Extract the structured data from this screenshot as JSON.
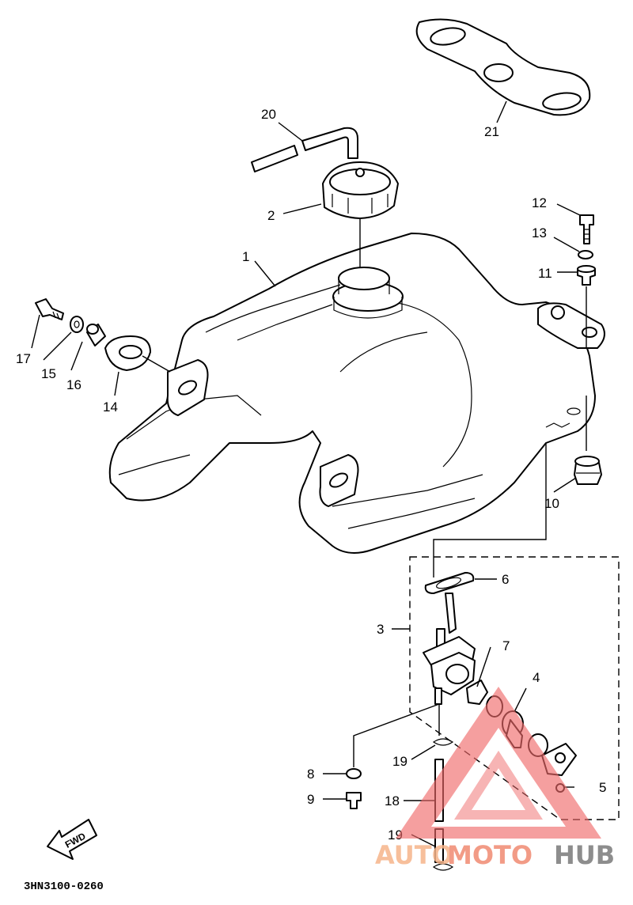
{
  "diagram": {
    "callouts": [
      {
        "id": "c1",
        "text": "1"
      },
      {
        "id": "c2",
        "text": "2"
      },
      {
        "id": "c3",
        "text": "3"
      },
      {
        "id": "c4",
        "text": "4"
      },
      {
        "id": "c5",
        "text": "5"
      },
      {
        "id": "c6",
        "text": "6"
      },
      {
        "id": "c7",
        "text": "7"
      },
      {
        "id": "c8",
        "text": "8"
      },
      {
        "id": "c9",
        "text": "9"
      },
      {
        "id": "c10",
        "text": "10"
      },
      {
        "id": "c11",
        "text": "11"
      },
      {
        "id": "c12",
        "text": "12"
      },
      {
        "id": "c13",
        "text": "13"
      },
      {
        "id": "c14",
        "text": "14"
      },
      {
        "id": "c15",
        "text": "15"
      },
      {
        "id": "c16",
        "text": "16"
      },
      {
        "id": "c17",
        "text": "17"
      },
      {
        "id": "c18",
        "text": "18"
      },
      {
        "id": "c19a",
        "text": "19"
      },
      {
        "id": "c19b",
        "text": "19"
      },
      {
        "id": "c20",
        "text": "20"
      },
      {
        "id": "c21",
        "text": "21"
      }
    ],
    "fwd_label": "FWD",
    "drawing_code": "3HN3100-0260"
  },
  "watermark": {
    "part1": "AUTO",
    "part2": "MOTO",
    "part3": "HUB",
    "color_light": "#f6b48a",
    "color_mid": "#f08a72",
    "color_dark": "#7a7a7a",
    "triangle_color": "#ef6a6a"
  }
}
